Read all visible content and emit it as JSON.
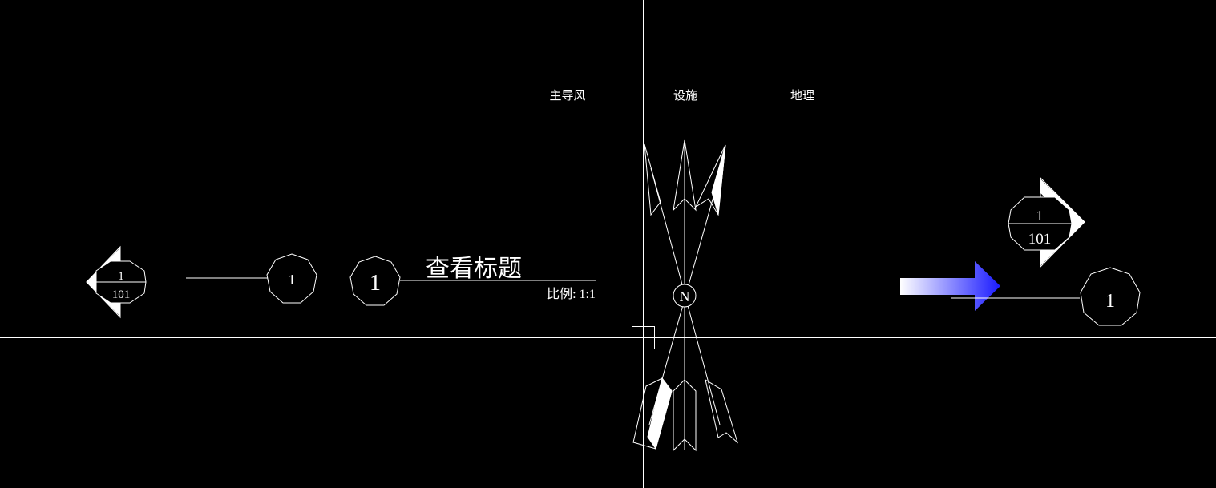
{
  "canvas": {
    "background_color": "#000000",
    "line_color": "#ffffff",
    "accent_color": "#1a1aff"
  },
  "compass_labels": {
    "wind": "主导风",
    "facility": "设施",
    "geo": "地理",
    "north": "N"
  },
  "left_section_marker": {
    "number": "1",
    "sheet": "101"
  },
  "detail_callout_left": {
    "number": "1"
  },
  "title_block": {
    "number": "1",
    "title": "查看标题",
    "scale": "比例: 1:1"
  },
  "right_section_marker": {
    "number": "1",
    "sheet": "101"
  },
  "detail_callout_right": {
    "number": "1"
  }
}
